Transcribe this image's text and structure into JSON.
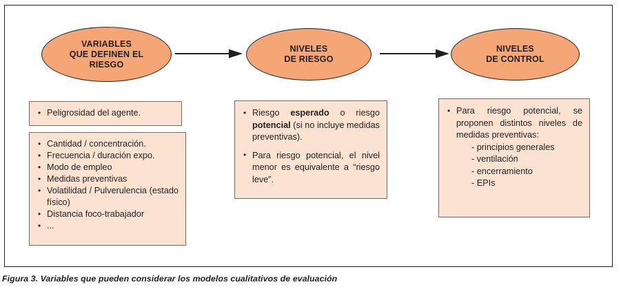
{
  "figure": {
    "caption": "Figura 3. Variables que pueden considerar los modelos cualitativos de evaluación",
    "colors": {
      "ellipse_fill": "#F4A677",
      "ellipse_stroke": "#231f20",
      "box_fill": "#FBE2D1",
      "box_stroke": "#6F6A63",
      "frame_stroke": "#231F20",
      "text": "#231F20"
    }
  },
  "nodes": {
    "variables": {
      "label": "VARIABLES\nQUE DEFINEN EL\nRIESGO"
    },
    "niveles_riesgo": {
      "label": "NIVELES\nDE RIESGO"
    },
    "niveles_control": {
      "label": "NIVELES\nDE CONTROL"
    }
  },
  "arrows": {
    "arrow1_name": "arrow-variables-to-niveles-riesgo",
    "arrow2_name": "arrow-niveles-riesgo-to-niveles-control"
  },
  "boxes": {
    "peligrosidad": {
      "items": [
        "Peligrosidad del agente."
      ]
    },
    "variables_list": {
      "items": [
        "Cantidad / concentración.",
        "Frecuencia / duración expo.",
        "Modo de empleo",
        "Medidas preventivas",
        "Volatilidad / Pulverulencia (estado físico)",
        "Distancia foco-trabajador",
        "..."
      ]
    },
    "niveles_riesgo": {
      "item1": {
        "part1": "Riesgo ",
        "bold1": "esperado",
        "part2": " o riesgo ",
        "bold2": "potencial",
        "part3": " (si no incluye medidas preventivas)."
      },
      "item2": "Para riesgo potencial, el nivel menor es equivalente a “riesgo leve”."
    },
    "niveles_control": {
      "intro": "Para riesgo potencial, se proponen distintos niveles de medidas preventivas:",
      "subitems": [
        "- principios generales",
        "- ventilación",
        "- encerramiento",
        "- EPIs"
      ]
    }
  }
}
